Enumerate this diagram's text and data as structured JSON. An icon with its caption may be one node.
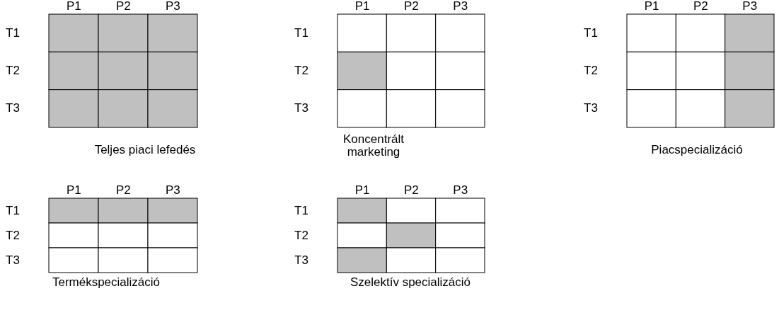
{
  "diagram": {
    "nodes": [
      {
        "text": [
          "Teljes piaci lefedés"
        ]
      },
      {
        "text": [
          "Koncentrált marketing"
        ]
      },
      {
        "text": [
          "Piacspecializáció"
        ]
      },
      {
        "text": [
          "Termékspecializáció"
        ]
      },
      {
        "text": [
          "Szelektív specializáció"
        ]
      }
    ],
    "labels": [
      "P1",
      "P2",
      "P3",
      "T1",
      "T2",
      "T3",
      "P1",
      "P2",
      "P3",
      "T1",
      "T2",
      "T3",
      "P1",
      "P2",
      "P3",
      "T1",
      "T2",
      "T3",
      "P1",
      "P2",
      "P3",
      "T1",
      "T2",
      "T3",
      "P1",
      "P2",
      "P3",
      "T1",
      "T2",
      "T3"
    ]
  }
}
